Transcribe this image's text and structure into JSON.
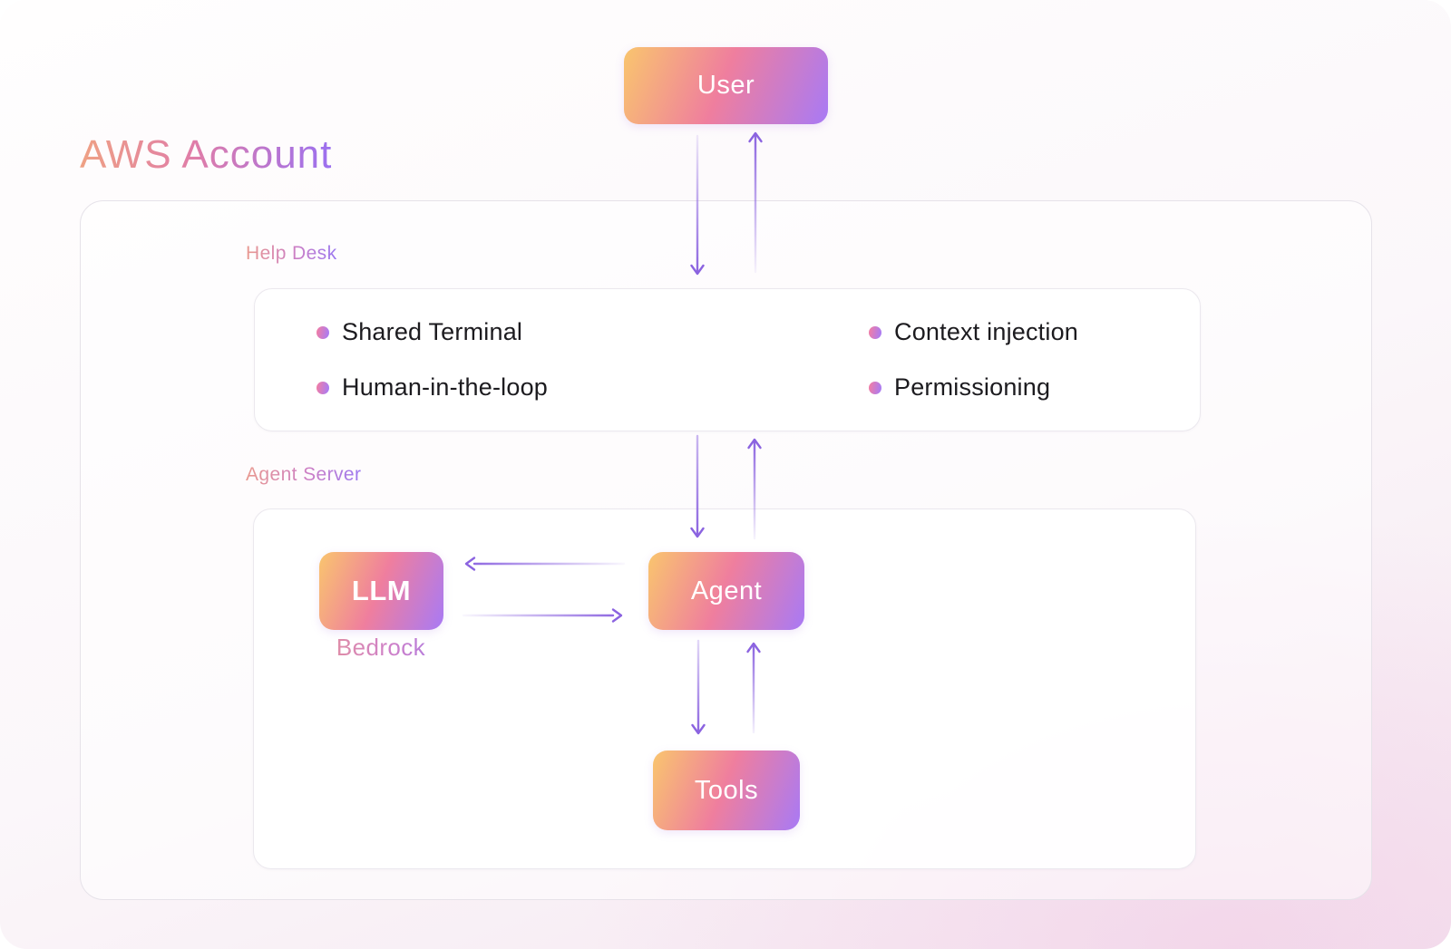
{
  "title": "AWS Account",
  "nodes": {
    "user": "User",
    "llm": "LLM",
    "llm_sub": "Bedrock",
    "agent": "Agent",
    "tools": "Tools"
  },
  "sections": {
    "help_desk": {
      "label": "Help Desk",
      "features": [
        "Shared Terminal",
        "Context injection",
        "Human-in-the-loop",
        "Permissioning"
      ]
    },
    "agent_server": {
      "label": "Agent Server"
    }
  },
  "connections": [
    {
      "from": "User",
      "to": "Help Desk",
      "bidirectional": true
    },
    {
      "from": "Help Desk",
      "to": "Agent",
      "bidirectional": true
    },
    {
      "from": "Agent",
      "to": "LLM",
      "bidirectional": true
    },
    {
      "from": "Agent",
      "to": "Tools",
      "bidirectional": true
    }
  ],
  "colors": {
    "node_gradient_start": "#f9c56e",
    "node_gradient_mid": "#ef7e9e",
    "node_gradient_end": "#a87af5",
    "arrow_purple": "#8b63e0",
    "text_dark": "#1c1b1f",
    "background_tint": "#f5e6f0"
  }
}
